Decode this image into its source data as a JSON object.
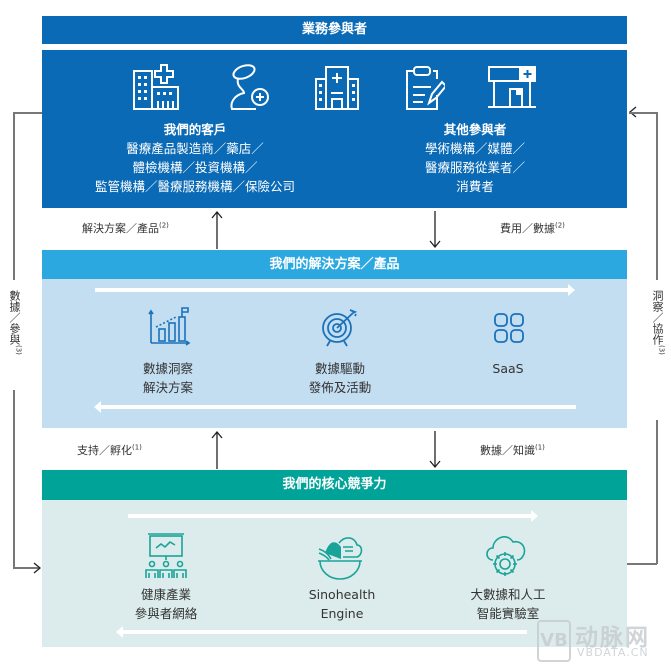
{
  "sections": {
    "participants": {
      "title": "業務參與者",
      "icons": [
        "hospital-building-icon",
        "patient-icon",
        "hospital-icon",
        "clipboard-pen-icon",
        "pharmacy-store-icon"
      ],
      "customers": {
        "heading": "我們的客戶",
        "lines": [
          "醫療產品製造商／藥店／",
          "體檢機構／投資機構／",
          "監管機構／醫療服務機構／保險公司"
        ]
      },
      "others": {
        "heading": "其他參與者",
        "lines": [
          "學術機構／媒體／",
          "醫療服務從業者／",
          "消費者"
        ]
      }
    },
    "solutions": {
      "title": "我們的解決方案／產品",
      "items": [
        {
          "icon": "bar-chart-growth-icon",
          "lines": [
            "數據洞察",
            "解決方案"
          ]
        },
        {
          "icon": "target-icon",
          "lines": [
            "數據驅動",
            "發佈及活動"
          ]
        },
        {
          "icon": "grid-apps-icon",
          "lines": [
            "SaaS"
          ]
        }
      ]
    },
    "core": {
      "title": "我們的核心競爭力",
      "items": [
        {
          "icon": "presentation-network-icon",
          "lines": [
            "健康產業",
            "參與者網絡"
          ]
        },
        {
          "icon": "sinohealth-engine-icon",
          "lines": [
            "Sinohealth",
            "Engine"
          ]
        },
        {
          "icon": "cloud-gear-icon",
          "lines": [
            "大數據和人工",
            "智能實驗室"
          ]
        }
      ]
    }
  },
  "flows": {
    "up1": {
      "text": "解決方案／產品",
      "note": "(2)"
    },
    "down1": {
      "text": "費用／數據",
      "note": "(2)"
    },
    "up2": {
      "text": "支持／孵化",
      "note": "(1)"
    },
    "down2": {
      "text": "數據／知識",
      "note": "(1)"
    },
    "left": {
      "text": "數據／參與",
      "note": "(3)"
    },
    "right": {
      "text": "洞察／協作",
      "note": "(3)"
    }
  },
  "watermark": {
    "brand": "动脉网",
    "domain": "VBDATA.CN",
    "logo": "VB"
  },
  "colors": {
    "dark_blue": "#0a6ab6",
    "light_blue": "#2ba8e0",
    "pale_blue": "#c3ddf1",
    "teal": "#00a398",
    "pale_teal": "#dcecec"
  }
}
